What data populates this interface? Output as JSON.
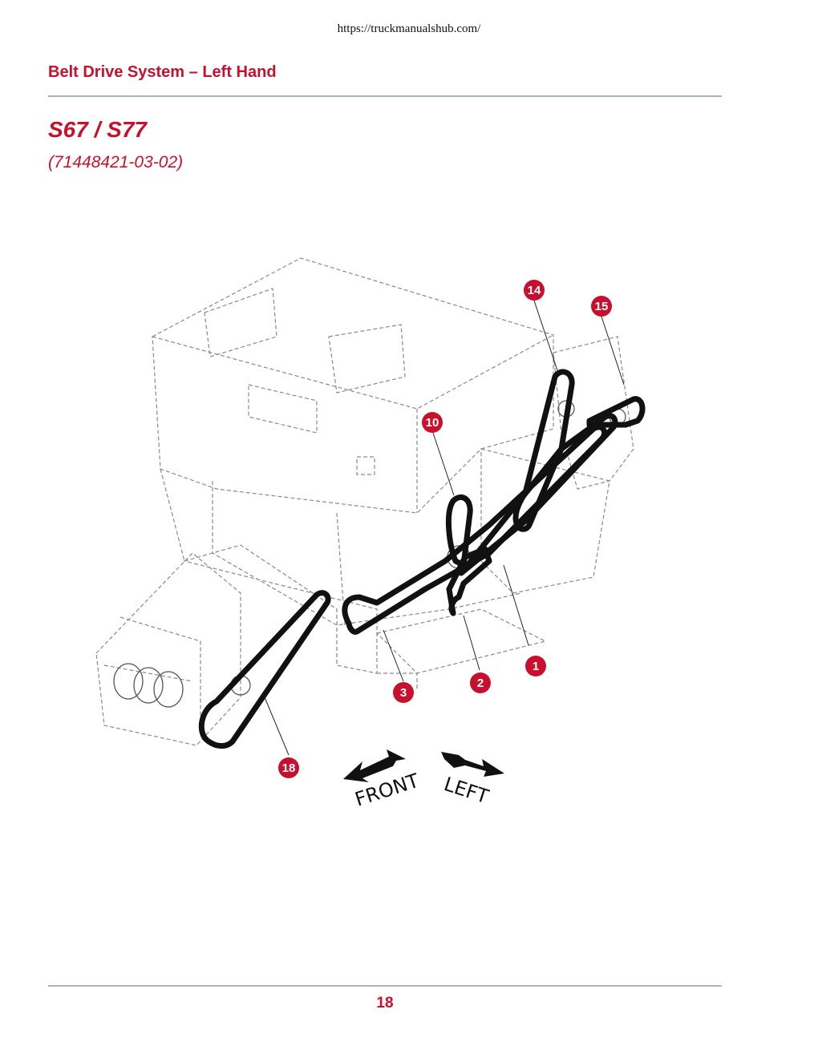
{
  "header": {
    "url": "https://truckmanualshub.com/",
    "section_title": "Belt Drive System – Left Hand"
  },
  "figure": {
    "model": "S67 / S77",
    "part_number": "(71448421-03-02)",
    "callouts": [
      "14",
      "15",
      "10",
      "1",
      "2",
      "3",
      "18"
    ],
    "direction_labels": {
      "front": "FRONT",
      "left": "LEFT"
    },
    "colors": {
      "accent": "#c8102e",
      "line": "#111111",
      "dashed": "#8a8a8a"
    }
  },
  "footer": {
    "page_number": "18"
  }
}
